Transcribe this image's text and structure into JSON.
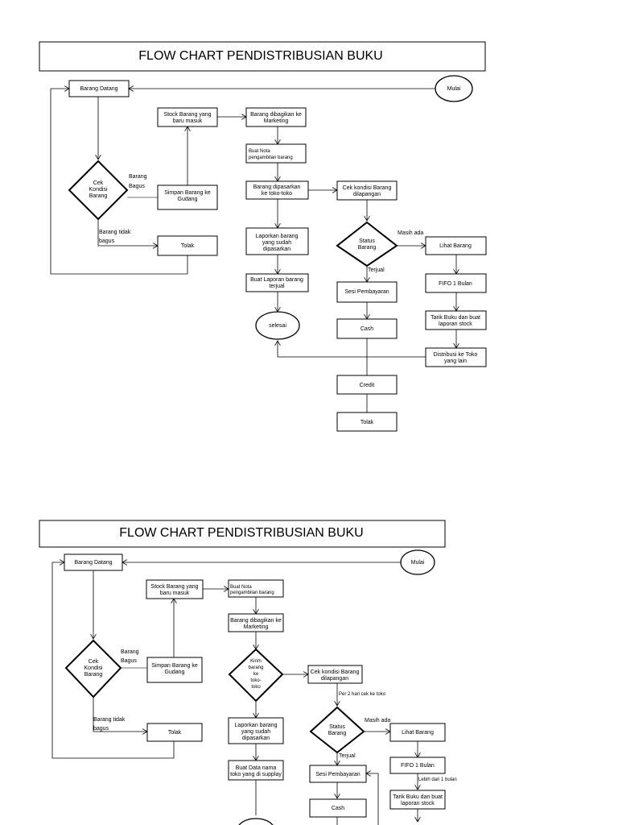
{
  "top": {
    "title": "FLOW CHART PENDISTRIBUSIAN BUKU",
    "barang_datang": "Barang Datang",
    "mulai": "Mulai",
    "stock_l1": "Stock Barang yang",
    "stock_l2": "baru masuk",
    "dibagikan_l1": "Barang dibagikan ke",
    "dibagikan_l2": "Marketing",
    "nota_l1": "Buat Nota",
    "nota_l2": "pengambilan barang",
    "cek_kondisi_l1": "Cek",
    "cek_kondisi_l2": "Kondisi",
    "cek_kondisi_l3": "Barang",
    "barang_bagus_l1": "Barang",
    "barang_bagus_l2": "Bagus",
    "simpan_l1": "Simpan Barang ke",
    "simpan_l2": "Gudang",
    "dipasarkan_l1": "Barang dipasarkan",
    "dipasarkan_l2": "ke toko-toko",
    "cek_lap_l1": "Cek kondisi Barang",
    "cek_lap_l2": "dilapangan",
    "tidak_bagus_l1": "Barang tidak",
    "tidak_bagus_l2": "bagus",
    "tolak": "Tolak",
    "laporkan_l1": "Laporkan barang",
    "laporkan_l2": "yang sudah",
    "laporkan_l3": "dipasarkan",
    "status_l1": "Status",
    "status_l2": "Barang",
    "masih_ada": "Masih ada",
    "lihat_barang": "Lihat Barang",
    "terjual": "Terjual",
    "buat_laporan_l1": "Buat Laporan barang",
    "buat_laporan_l2": "terjual",
    "sesi": "Sesi Pembayaran",
    "fifo": "FIFO 1 Bulan",
    "selesai": "selesai",
    "cash": "Cash",
    "tarik_l1": "Tarik Buku dan buat",
    "tarik_l2": "laporan stock",
    "distribusi_l1": "Distribusi ke Toko",
    "distribusi_l2": "yang lain",
    "credit": "Credit",
    "tolak_bottom": "Tolak"
  },
  "bottom": {
    "title": "FLOW CHART PENDISTRIBUSIAN BUKU",
    "barang_datang": "Barang Datang",
    "mulai": "Mulai",
    "stock_l1": "Stock Barang yang",
    "stock_l2": "baru masuk",
    "nota_l1": "Buat Nota",
    "nota_l2": "pengambilan barang",
    "dibagikan_l1": "Barang dibagikan ke",
    "dibagikan_l2": "Marketing",
    "barang_bagus_l1": "Barang",
    "barang_bagus_l2": "Bagus",
    "cek_kondisi_l1": "Cek",
    "cek_kondisi_l2": "Kondisi",
    "cek_kondisi_l3": "Barang",
    "simpan_l1": "Simpan Barang ke",
    "simpan_l2": "Gudang",
    "kirim_l1": "Kirim",
    "kirim_l2": "barang",
    "kirim_l3": "ke",
    "kirim_l4": "toko-",
    "kirim_l5": "toko",
    "cek_lap_l1": "Cek kondisi Barang",
    "cek_lap_l2": "dilapangan",
    "per2hari": "Per 2 hari cek ke toko",
    "tidak_bagus_l1": "Barang tidak",
    "tidak_bagus_l2": "bagus",
    "tolak": "Tolak",
    "laporkan_l1": "Laporkan barang",
    "laporkan_l2": "yang sudah",
    "laporkan_l3": "dipasarkan",
    "status_l1": "Status",
    "status_l2": "Barang",
    "masih_ada": "Masih ada",
    "lihat_barang": "Lihat Barang",
    "terjual": "Terjual",
    "data_nama_l1": "Buat Data nama",
    "data_nama_l2": "toko yang di supplay",
    "sesi": "Sesi Pembayaran",
    "fifo": "FIFO 1 Bulan",
    "lebih_dari": "Lebih dari 1 bulan",
    "tarik_l1": "Tarik Buku dan buat",
    "tarik_l2": "laporan stock",
    "cash": "Cash"
  }
}
